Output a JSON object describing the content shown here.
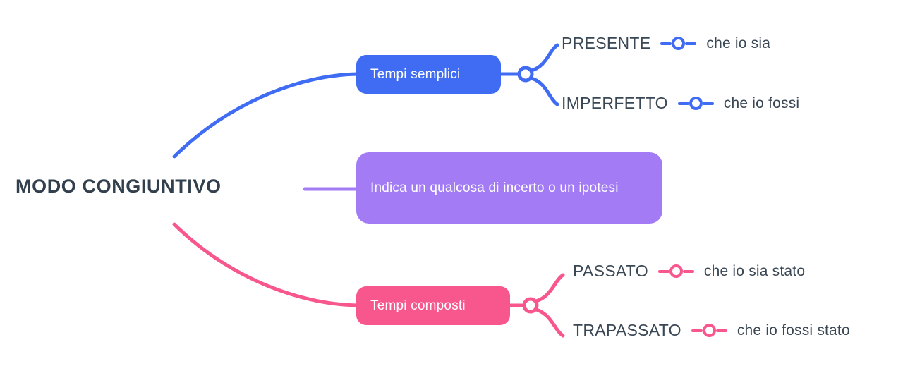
{
  "diagram": {
    "type": "mind-map",
    "title": "MODO CONGIUNTIVO",
    "background": "#ffffff"
  },
  "colors": {
    "blue": "#3f6cf3",
    "purple": "#a37cf5",
    "pink": "#f7578c",
    "text_dark": "#32404e",
    "text_leaf": "#3a4754",
    "node_text": "#ffffff"
  },
  "root": {
    "label": "MODO CONGIUNTIVO"
  },
  "branches": {
    "simple": {
      "node_label": "Tempi semplici",
      "color": "#3f6cf3",
      "leaves": [
        {
          "title": "PRESENTE",
          "value": "che io sia"
        },
        {
          "title": "IMPERFETTO",
          "value": "che io fossi"
        }
      ]
    },
    "definition": {
      "node_label": "Indica un qualcosa di incerto o un ipotesi",
      "color": "#a37cf5"
    },
    "compound": {
      "node_label": "Tempi composti",
      "color": "#f7578c",
      "leaves": [
        {
          "title": "PASSATO",
          "value": "che io sia stato"
        },
        {
          "title": "TRAPASSATO",
          "value": "che io fossi stato"
        }
      ]
    }
  }
}
